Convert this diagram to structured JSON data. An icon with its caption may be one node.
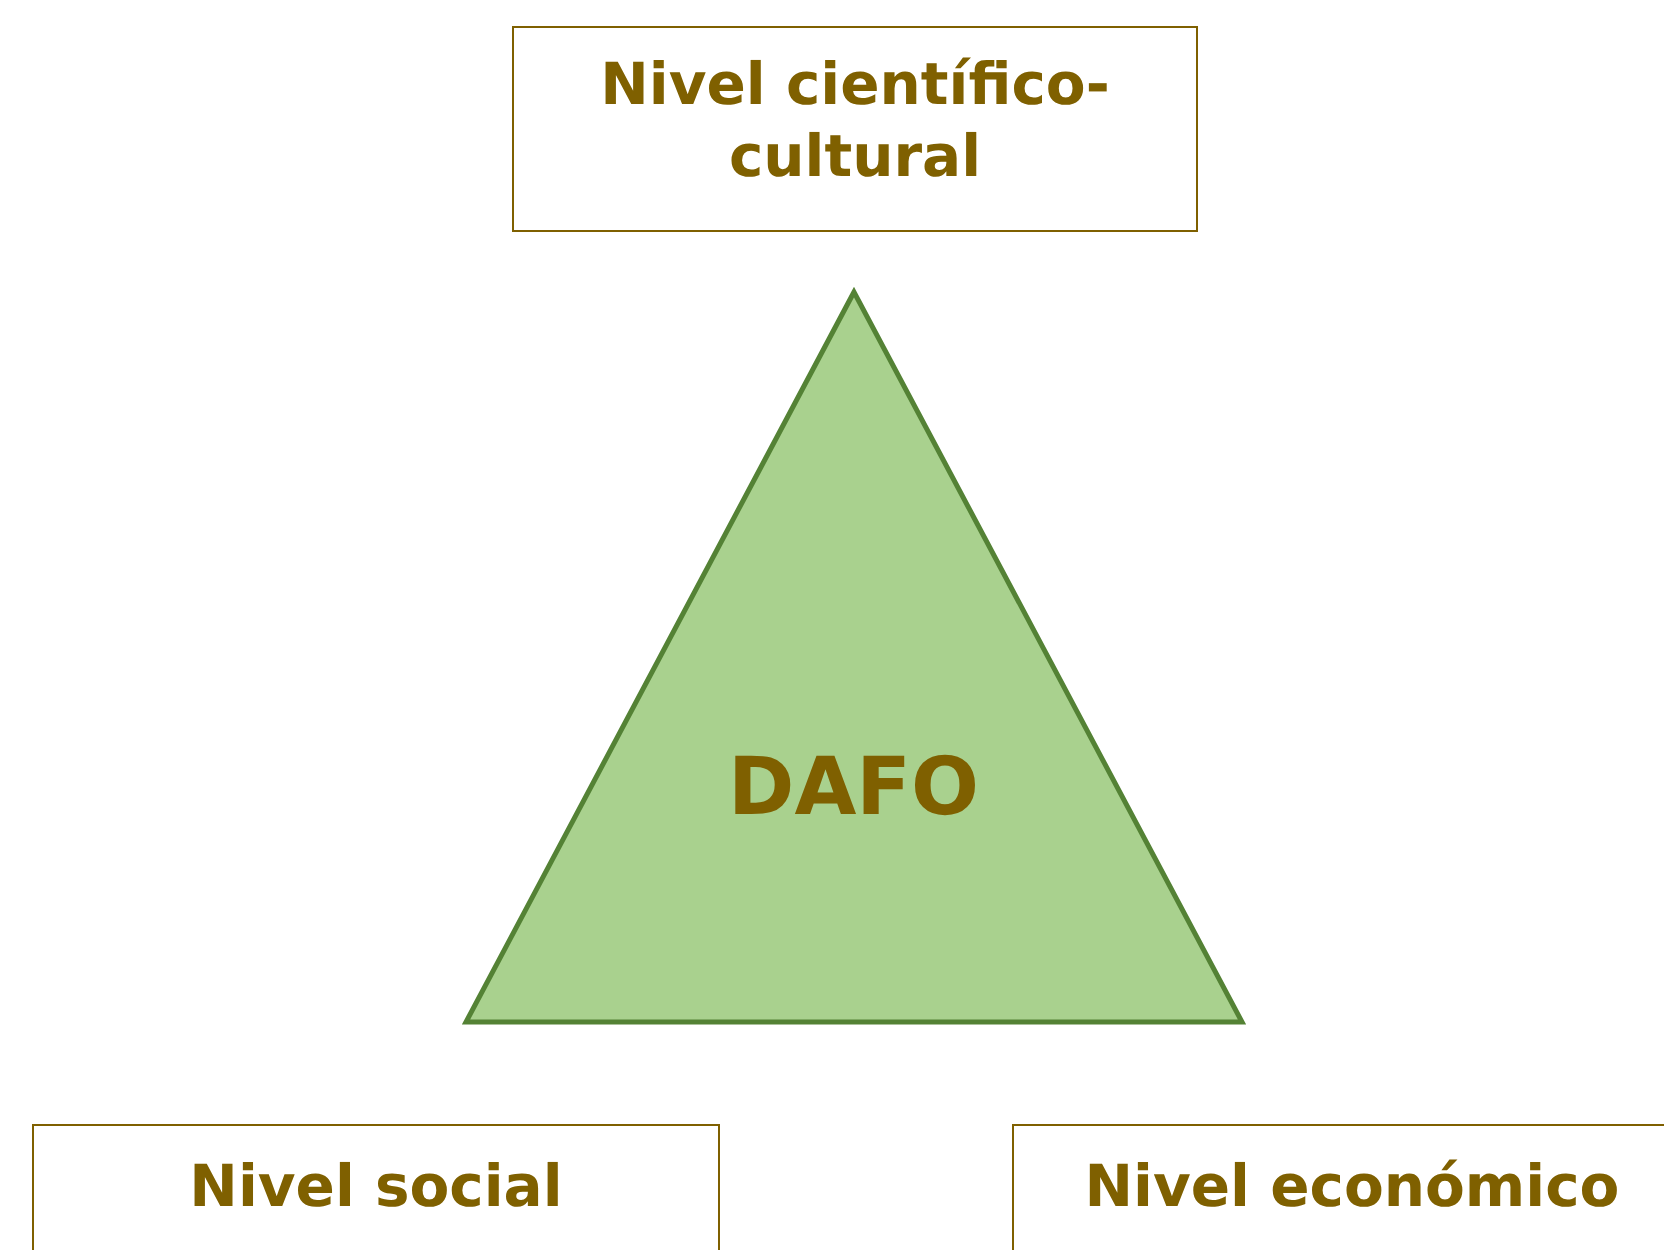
{
  "diagram": {
    "nodes": [
      {
        "text": [
          "Nivel científico-cultural"
        ]
      },
      {
        "text": [
          "DAFO"
        ]
      },
      {
        "text": [
          "Nivel social"
        ]
      },
      {
        "text": [
          "Nivel económico"
        ]
      }
    ]
  }
}
